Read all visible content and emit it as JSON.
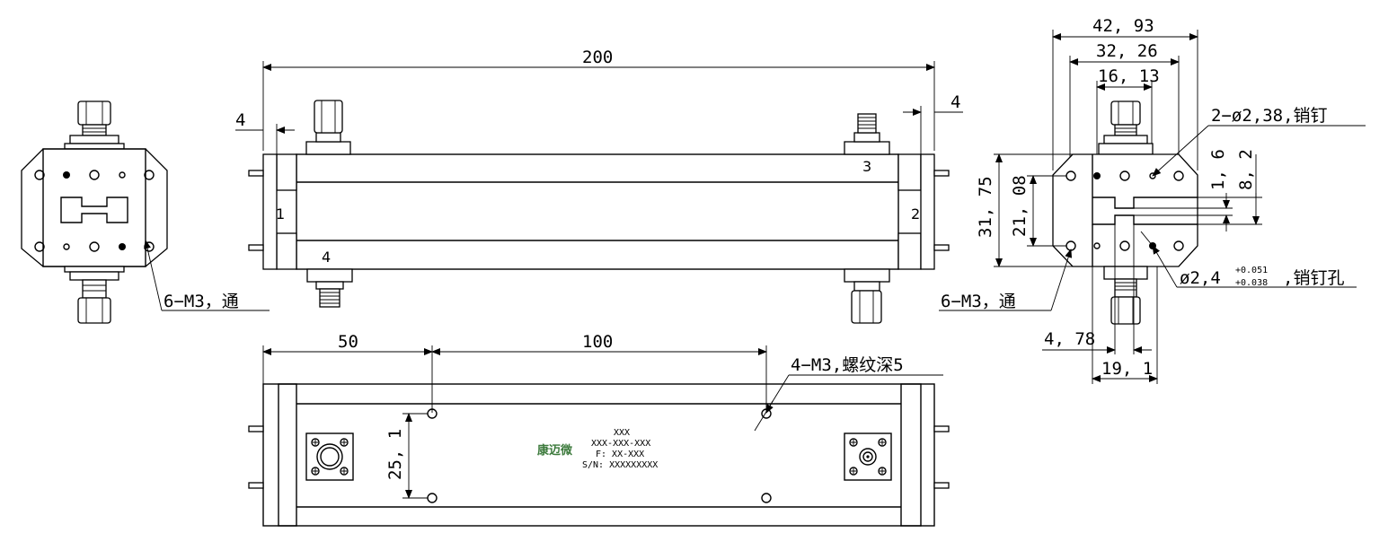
{
  "colors": {
    "line": "#000000",
    "brand": "#3c7a3c"
  },
  "top_view": {
    "dim_length": "200",
    "dim_left_gap": "4",
    "dim_right_gap": "4",
    "port_1": "1",
    "port_2": "2",
    "port_3": "3",
    "port_4": "4"
  },
  "left_view": {
    "hole_callout": "6−M3，通"
  },
  "right_view": {
    "dim_width_outer": "42, 93",
    "dim_width_mid": "32, 26",
    "dim_width_inner": "16, 13",
    "pin_callout": "2−ø2,38,销钉",
    "dim_height_outer": "31, 75",
    "dim_height_inner": "21, 08",
    "dim_slot_1": "1, 6",
    "dim_slot_2": "8, 2",
    "hole_callout": "6−M3，通",
    "pin_hole_prefix": "ø2,4",
    "pin_hole_tol_upper": "+0.051",
    "pin_hole_tol_lower": "+0.038",
    "pin_hole_suffix": ",销钉孔",
    "dim_bottom_1": "4, 78",
    "dim_bottom_2": "19, 1"
  },
  "bottom_view": {
    "dim_first": "50",
    "dim_second": "100",
    "thread_callout": "4−M3,螺纹深5",
    "dim_vertical": "25, 1",
    "label_lines": [
      "XXX",
      "XXX-XXX-XXX",
      "F: XX-XXX",
      "S/N: XXXXXXXXX"
    ],
    "brand_logo": "康迈微"
  }
}
